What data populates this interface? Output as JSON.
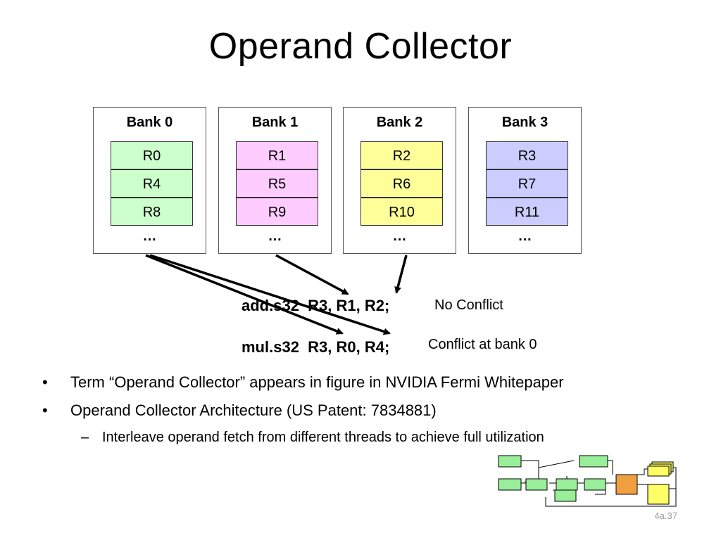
{
  "title": "Operand Collector",
  "banks": [
    {
      "name": "Bank 0",
      "registers": [
        "R0",
        "R4",
        "R8"
      ],
      "ellipsis": "…",
      "color": "#ccffcc"
    },
    {
      "name": "Bank 1",
      "registers": [
        "R1",
        "R5",
        "R9"
      ],
      "ellipsis": "…",
      "color": "#ffccff"
    },
    {
      "name": "Bank 2",
      "registers": [
        "R2",
        "R6",
        "R10"
      ],
      "ellipsis": "…",
      "color": "#ffff99"
    },
    {
      "name": "Bank 3",
      "registers": [
        "R3",
        "R7",
        "R11"
      ],
      "ellipsis": "…",
      "color": "#ccccff"
    }
  ],
  "instructions": [
    {
      "text": "add.s32  R3, R1, R2;",
      "note": "No Conflict"
    },
    {
      "text": "mul.s32  R3, R0, R4;",
      "note": "Conflict at bank 0"
    }
  ],
  "bullets": [
    "Term “Operand Collector” appears in figure in NVIDIA Fermi Whitepaper",
    "Operand Collector Architecture (US Patent: 7834881)"
  ],
  "sub_bullets": [
    "Interleave operand fetch from different threads to achieve full utilization"
  ],
  "bullet_mark": "•",
  "sub_bullet_mark": "–",
  "page_number": "4a.37",
  "colors": {
    "thumb_green": "#99ee99",
    "thumb_orange": "#f0a040",
    "thumb_yellow": "#ffff66"
  }
}
